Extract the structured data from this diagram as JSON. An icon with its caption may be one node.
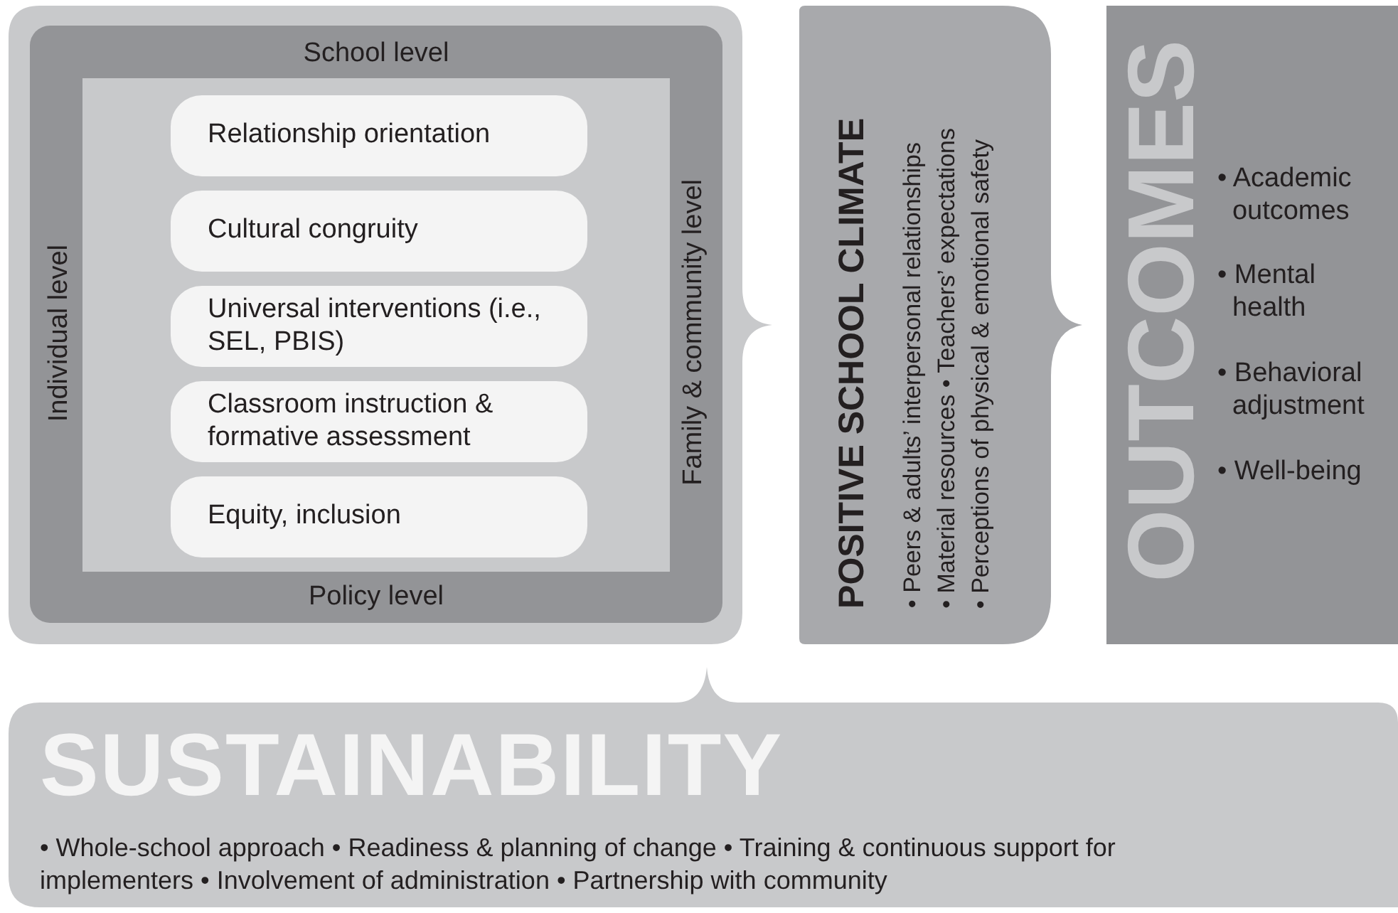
{
  "diagram": {
    "nodes": [
      {
        "text": [
          "School level",
          "Individual level",
          "Family & community level",
          "Policy level"
        ]
      },
      {
        "text": [
          "Relationship orientation"
        ],
        "in": 0
      },
      {
        "text": [
          "Cultural congruity"
        ],
        "in": 0
      },
      {
        "text": [
          "Universal interventions (i.e., SEL, PBIS)"
        ],
        "in": 0
      },
      {
        "text": [
          "Classroom instruction & formative assessment"
        ],
        "in": 0
      },
      {
        "text": [
          "Equity, inclusion"
        ],
        "in": 0
      },
      {
        "text": [
          "POSITIVE SCHOOL CLIMATE",
          "• Peers & adults’ interpersonal relationships",
          "• Material resources • Teachers’ expectations",
          "• Perceptions of physical & emotional safety"
        ]
      },
      {
        "text": [
          "OUTCOMES",
          "• Academic outcomes",
          "• Mental health",
          "• Behavioral adjustment",
          "• Well-being"
        ]
      },
      {
        "text": [
          "SUSTAINABILITY",
          "• Whole-school approach • Readiness & planning of change • Training & continuous support for implementers • Involvement of administration • Partnership with community"
        ]
      }
    ]
  }
}
